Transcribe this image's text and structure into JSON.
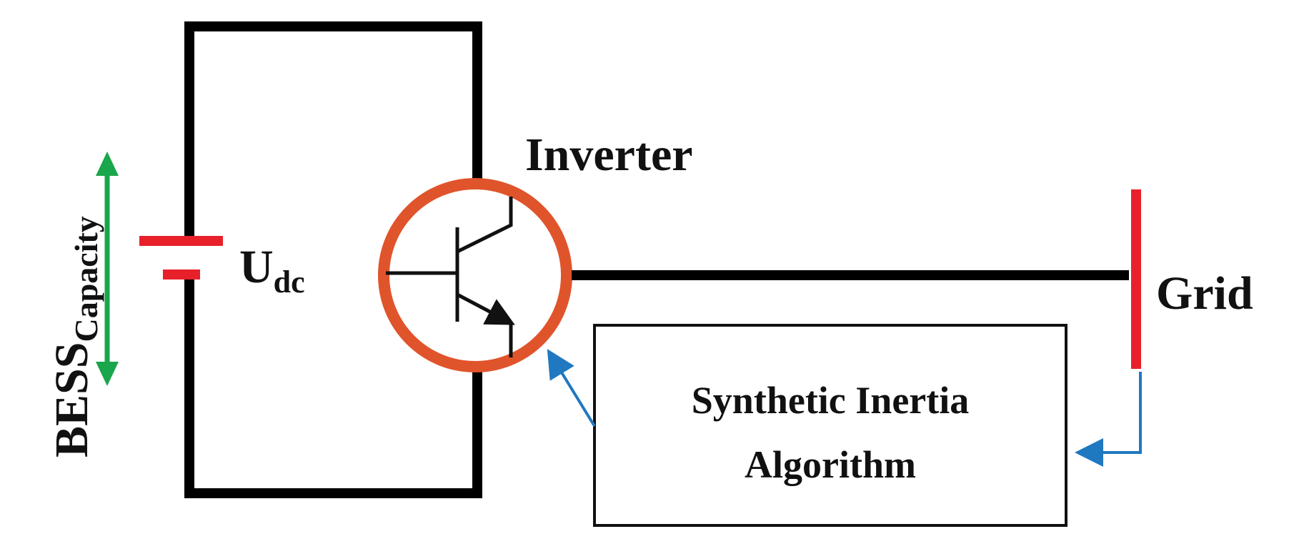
{
  "labels": {
    "bess_main": "BESS",
    "bess_sub": "Capacity",
    "udc_main": "U",
    "udc_sub": "dc",
    "inverter": "Inverter",
    "grid": "Grid",
    "algorithm_line1": "Synthetic Inertia",
    "algorithm_line2": "Algorithm"
  },
  "colors": {
    "wire": "#000000",
    "battery": "#e8202a",
    "inverter_ring": "#e0542c",
    "grid_bus": "#e8202a",
    "signal_arrow": "#1f78c0",
    "capacity_arrow": "#1aa64b"
  }
}
